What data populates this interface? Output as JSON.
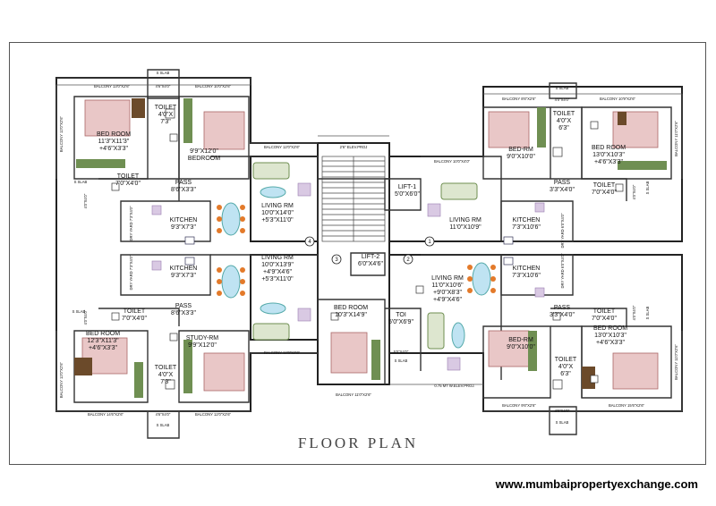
{
  "title": "FLOOR PLAN",
  "website": "www.mumbaipropertyexchange.com",
  "rooms": [
    {
      "id": "tl-bed",
      "lines": [
        "BED ROOM",
        "11'3\"X11'3\"",
        "+4'6\"X3'3\""
      ]
    },
    {
      "id": "tl-toilet",
      "lines": [
        "TOILET",
        "4'0\"X",
        "7'3\""
      ]
    },
    {
      "id": "tl-bed2",
      "lines": [
        "9'9\"X12'0\"",
        "BEDROOM"
      ]
    },
    {
      "id": "tl-toilet2",
      "lines": [
        "TOILET",
        "7'0\"X4'0\""
      ]
    },
    {
      "id": "tl-pass",
      "lines": [
        "PASS",
        "8'6\"X3'3\""
      ]
    },
    {
      "id": "kitchen-a",
      "lines": [
        "KITCHEN",
        "9'3\"X7'3\""
      ]
    },
    {
      "id": "kitchen-b",
      "lines": [
        "KITCHEN",
        "9'3\"X7'3\""
      ]
    },
    {
      "id": "living-4",
      "lines": [
        "LIVING RM",
        "10'0\"X14'0\"",
        "+5'3\"X11'0\""
      ]
    },
    {
      "id": "living-3",
      "lines": [
        "LIVING RM",
        "10'0\"X13'9\"",
        "+4'9\"X4'6\"",
        "+5'3\"X11'0\""
      ]
    },
    {
      "id": "lift1",
      "lines": [
        "LIFT-1",
        "5'0\"X6'0\""
      ]
    },
    {
      "id": "lift2",
      "lines": [
        "LIFT-2",
        "6'0\"X4'6\""
      ]
    },
    {
      "id": "living-1",
      "lines": [
        "LIVING RM",
        "11'0\"X10'9\""
      ]
    },
    {
      "id": "living-2",
      "lines": [
        "LIVING RM",
        "11'0\"X10'6\"",
        "+9'0\"X8'3\"",
        "+4'9\"X4'6\""
      ]
    },
    {
      "id": "tr-bedrm",
      "lines": [
        "BED-RM",
        "9'0\"X10'0\""
      ]
    },
    {
      "id": "tr-toilet",
      "lines": [
        "TOILET",
        "4'0\"X",
        "6'3\""
      ]
    },
    {
      "id": "tr-bed",
      "lines": [
        "BED ROOM",
        "13'0\"X10'3\"",
        "+4'6\"X3'3\""
      ]
    },
    {
      "id": "tr-pass",
      "lines": [
        "PASS",
        "3'3\"X4'0\""
      ]
    },
    {
      "id": "tr-toilet2",
      "lines": [
        "TOILET",
        "7'0\"X4'0\""
      ]
    },
    {
      "id": "kitchen-c",
      "lines": [
        "KITCHEN",
        "7'3\"X10'6\""
      ]
    },
    {
      "id": "kitchen-d",
      "lines": [
        "KITCHEN",
        "7'3\"X10'6\""
      ]
    },
    {
      "id": "br-pass",
      "lines": [
        "PASS",
        "3'3\"X4'0\""
      ]
    },
    {
      "id": "br-toilet2",
      "lines": [
        "TOILET",
        "7'0\"X4'0\""
      ]
    },
    {
      "id": "br-bed",
      "lines": [
        "BED ROOM",
        "13'0\"X10'3\"",
        "+4'6\"X3'3\""
      ]
    },
    {
      "id": "br-bedrm",
      "lines": [
        "BED-RM",
        "9'0\"X10'0\""
      ]
    },
    {
      "id": "br-toilet",
      "lines": [
        "TOILET",
        "4'0\"X",
        "6'3\""
      ]
    },
    {
      "id": "bc-bed",
      "lines": [
        "BED ROOM",
        "10'3\"X14'9\""
      ]
    },
    {
      "id": "bc-toi",
      "lines": [
        "TOI",
        "5'0\"X6'9\""
      ]
    },
    {
      "id": "bl-toilet2",
      "lines": [
        "TOILET",
        "7'0\"X4'0\""
      ]
    },
    {
      "id": "bl-pass",
      "lines": [
        "PASS",
        "8'6\"X3'3\""
      ]
    },
    {
      "id": "bl-bed",
      "lines": [
        "BED ROOM",
        "12'3\"X11'3\"",
        "+4'6\"X3'3\""
      ]
    },
    {
      "id": "bl-toilet",
      "lines": [
        "TOILET",
        "4'0\"X",
        "7'3\""
      ]
    },
    {
      "id": "bl-study",
      "lines": [
        "STUDY-RM",
        "9'9\"X12'0\""
      ]
    }
  ],
  "small_labels": [
    {
      "id": "s-slab-tl",
      "text": "S SLAB"
    },
    {
      "id": "s-slab-tl-dim",
      "text": "4'6\"X4'0\""
    },
    {
      "id": "bal-tl",
      "text": "BALCONY 13'0\"X2'6\""
    },
    {
      "id": "bal-tl2",
      "text": "BALCONY 10'0\"X2'6\""
    },
    {
      "id": "bal-tl-side",
      "text": "BALCONY 12'0\"X2'6\""
    },
    {
      "id": "s-slab-tl-side",
      "text": "S SLAB"
    },
    {
      "id": "s-slab-tl-side-dim",
      "text": "4'0\"X4'0\""
    },
    {
      "id": "bal-tc",
      "text": "BALCONY 12'0\"X2'6\""
    },
    {
      "id": "elev-proj-top",
      "text": "2'6\" ELEV.PROJ"
    },
    {
      "id": "dry-yard-a",
      "text": "DRY YARD 7'3\"X4'0\""
    },
    {
      "id": "dry-yard-b",
      "text": "DRY YARD 7'3\"X4'0\""
    },
    {
      "id": "bal-tr-mid",
      "text": "BALCONY 10'0\"X4'0\""
    },
    {
      "id": "s-slab-tr",
      "text": "S SLAB"
    },
    {
      "id": "s-slab-tr-dim",
      "text": "4'0\"X4'0\""
    },
    {
      "id": "bal-tr1",
      "text": "BALCONY 8'6\"X2'6\""
    },
    {
      "id": "bal-tr2",
      "text": "BALCONY 10'9\"X2'6\""
    },
    {
      "id": "bal-tr-side",
      "text": "BALCONY 11'0\"X2'6\""
    },
    {
      "id": "s-slab-tr-side",
      "text": "S SLAB"
    },
    {
      "id": "s-slab-tr-side-dim",
      "text": "4'0\"X4'0\""
    },
    {
      "id": "dry-yard-c",
      "text": "DRY YARD 6'0\"X4'0\""
    },
    {
      "id": "dry-yard-d",
      "text": "DRY YARD 6'0\"X4'0\""
    },
    {
      "id": "s-slab-br-side",
      "text": "S SLAB"
    },
    {
      "id": "s-slab-br-side-dim",
      "text": "4'0\"X4'0\""
    },
    {
      "id": "bal-br-side",
      "text": "BALCONY 11'0\"X2'6\""
    },
    {
      "id": "bal-br1",
      "text": "BALCONY 9'6\"X2'6\""
    },
    {
      "id": "bal-br2",
      "text": "BALCONY 15'6\"X2'6\""
    },
    {
      "id": "s-slab-br",
      "text": "S SLAB"
    },
    {
      "id": "s-slab-br-dim",
      "text": "4'6\"X4'0\""
    },
    {
      "id": "elev-proj-bottom",
      "text": "0.75 MT W.ELEV.PROJ."
    },
    {
      "id": "s-slab-bc",
      "text": "S SLAB"
    },
    {
      "id": "s-slab-bc-dim",
      "text": "5'0\"X4'0\""
    },
    {
      "id": "bal-bc",
      "text": "BALCONY 11'0\"X2'6\""
    },
    {
      "id": "bal-bl-c",
      "text": "BALCONY 12'0\"X2'6\""
    },
    {
      "id": "s-slab-bl-side",
      "text": "S SLAB"
    },
    {
      "id": "s-slab-bl-side-dim",
      "text": "4'0\"X4'0\""
    },
    {
      "id": "bal-bl-side",
      "text": "BALCONY 12'0\"X2'6\""
    },
    {
      "id": "bal-bl1",
      "text": "BALCONY 14'6\"X2'6\""
    },
    {
      "id": "bal-bl2",
      "text": "BALCONY 12'0\"X2'6\""
    },
    {
      "id": "s-slab-bl",
      "text": "S SLAB"
    },
    {
      "id": "s-slab-bl-dim",
      "text": "4'6\"X4'0\""
    }
  ],
  "flat_numbers": [
    "4",
    "3",
    "1",
    "2"
  ],
  "colors": {
    "wall": "#222222",
    "furniture_green": "#6f8f52",
    "bed_pink": "#e9c7c7",
    "table_blue": "#bfe3f2",
    "chair_orange": "#e37a2a",
    "wardrobe": "#6b4a2a"
  }
}
